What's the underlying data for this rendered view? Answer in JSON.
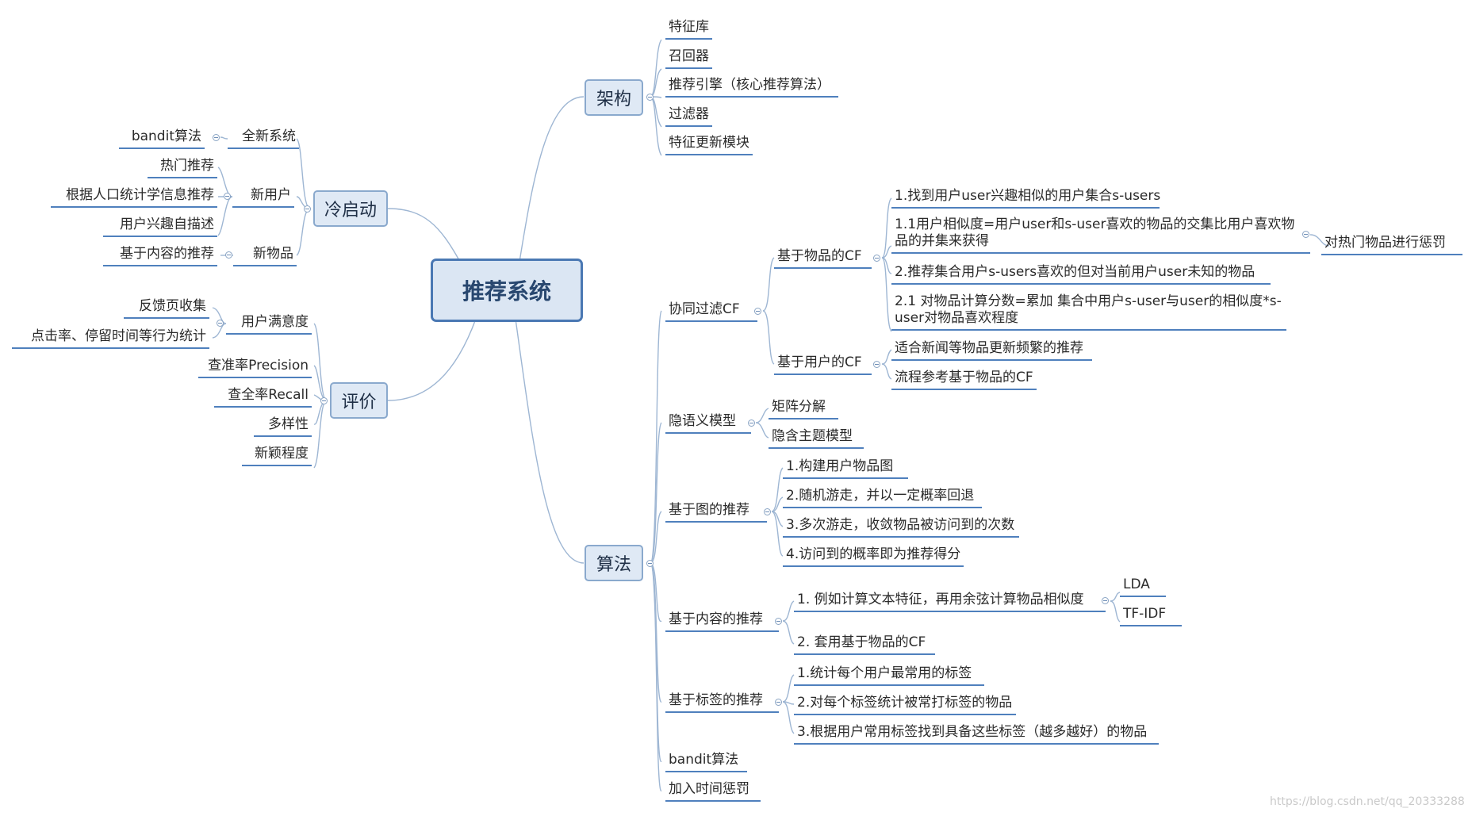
{
  "root": {
    "label": "推荐系统"
  },
  "branches": {
    "arch": "架构",
    "coldstart": "冷启动",
    "eval": "评价",
    "algo": "算法"
  },
  "arch": [
    "特征库",
    "召回器",
    "推荐引擎（核心推荐算法）",
    "过滤器",
    "特征更新模块"
  ],
  "coldstart": {
    "new_system": {
      "label": "全新系统",
      "children": [
        "bandit算法"
      ]
    },
    "new_user": {
      "label": "新用户",
      "children": [
        "热门推荐",
        "根据人口统计学信息推荐",
        "用户兴趣自描述"
      ]
    },
    "new_item": {
      "label": "新物品",
      "children": [
        "基于内容的推荐"
      ]
    }
  },
  "eval": {
    "satisfaction": {
      "label": "用户满意度",
      "children": [
        "反馈页收集",
        "点击率、停留时间等行为统计"
      ]
    },
    "metrics": [
      "查准率Precision",
      "查全率Recall",
      "多样性",
      "新颖程度"
    ]
  },
  "algo": {
    "cf": {
      "label": "协同过滤CF",
      "item_cf": {
        "label": "基于物品的CF",
        "children": [
          "1.找到用户user兴趣相似的用户集合s-users",
          "1.1用户相似度=用户user和s-user喜欢的物品的交集比用户喜欢物品的并集来获得",
          "2.推荐集合用户s-users喜欢的但对当前用户user未知的物品",
          "2.1 对物品计算分数=累加 集合中用户s-user与user的相似度*s-user对物品喜欢程度"
        ],
        "penalty": "对热门物品进行惩罚"
      },
      "user_cf": {
        "label": "基于用户的CF",
        "children": [
          "适合新闻等物品更新频繁的推荐",
          "流程参考基于物品的CF"
        ]
      }
    },
    "latent": {
      "label": "隐语义模型",
      "children": [
        "矩阵分解",
        "隐含主题模型"
      ]
    },
    "graph": {
      "label": "基于图的推荐",
      "children": [
        "1.构建用户物品图",
        "2.随机游走，并以一定概率回退",
        "3.多次游走，收敛物品被访问到的次数",
        "4.访问到的概率即为推荐得分"
      ]
    },
    "content": {
      "label": "基于内容的推荐",
      "step1": {
        "label": "1. 例如计算文本特征，再用余弦计算物品相似度",
        "children": [
          "LDA",
          "TF-IDF"
        ]
      },
      "step2": "2. 套用基于物品的CF"
    },
    "tag": {
      "label": "基于标签的推荐",
      "children": [
        "1.统计每个用户最常用的标签",
        "2.对每个标签统计被常打标签的物品",
        "3.根据用户常用标签找到具备这些标签（越多越好）的物品"
      ]
    },
    "bandit": "bandit算法",
    "time": "加入时间惩罚"
  },
  "watermark": "https://blog.csdn.net/qq_20333288",
  "colors": {
    "line": "#4f80bd",
    "connector": "#9eb6d3",
    "branch_fill": "#dfe9f5",
    "root_border": "#4a78b3"
  }
}
